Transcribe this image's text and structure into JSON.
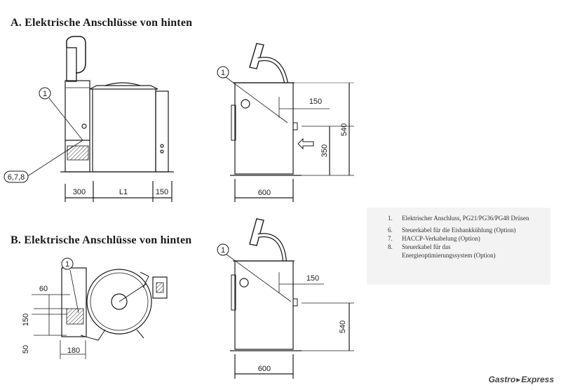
{
  "headings": {
    "a": "A. Elektrische Anschlüsse von hinten",
    "b": "B. Elektrische Anschlüsse von hinten"
  },
  "callouts": {
    "connection": "1",
    "control_cables": "6,7,8"
  },
  "dimensions": {
    "a_front": [
      "300",
      "L1",
      "150"
    ],
    "a_side_height_inner": "350",
    "a_side_height_outer": "540",
    "a_side_depth": "600",
    "a_side_offset": "150",
    "b_top_offset": "60",
    "b_top_height": "150",
    "b_top_bottom": "50",
    "b_top_width": "180",
    "b_side_offset": "150",
    "b_side_height": "540",
    "b_side_depth": "600"
  },
  "legend": [
    {
      "num": "1.",
      "text": "Elektrischer Anschluss, PG21/PG36/PG48 Drüsen"
    },
    {
      "num": "6.",
      "text": "Steuerkabel für die Eisbankkühlung (Option)"
    },
    {
      "num": "7.",
      "text": "HACCP-Verkabelung (Option)"
    },
    {
      "num": "8.",
      "text": "Steuerkabel für das"
    },
    {
      "num": "",
      "text": "Energieoptimierungssystem (Option)"
    }
  ],
  "watermark": {
    "brand_left": "Gastro",
    "separator": "▸",
    "brand_right": "Express"
  }
}
